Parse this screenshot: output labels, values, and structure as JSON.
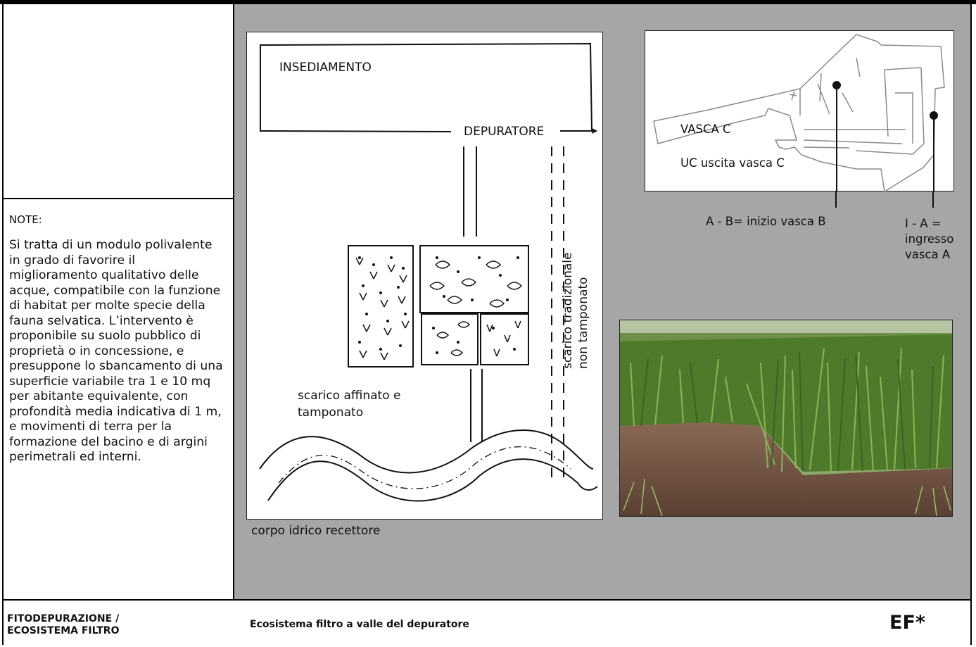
{
  "notes": {
    "title": "NOTE:",
    "body": "Si tratta di un modulo polivalente in grado di favorire il miglioramento qualitativo delle acque, compatibile con la funzione di habitat per molte specie della fauna selvatica. L’intervento è proponibile su suolo pubblico di proprietà o in concessione, e presuppone lo sbancamento di una superficie variabile tra 1 e 10 mq per abitante equivalente,  con profondità media indicativa di 1 m, e movimenti di terra per la formazione del bacino e di argini perimetrali ed interni."
  },
  "sketch": {
    "insediamento": "INSEDIAMENTO",
    "depuratore": "DEPURATORE",
    "scarico_tradizionale_1": "scarico tradizionale",
    "scarico_tradizionale_2": "non tamponato",
    "scarico_affinato_1": "scarico affinato e",
    "scarico_affinato_2": "tamponato",
    "caption": "corpo idrico recettore"
  },
  "plan": {
    "vasca_c": "VASCA C",
    "uc": "UC uscita vasca C",
    "ab": "A - B= inizio vasca B",
    "ia_1": "I - A =",
    "ia_2": "ingresso",
    "ia_3": "vasca A"
  },
  "footer": {
    "category_1": "FITODEPURAZIONE /",
    "category_2": "ECOSISTEMA FILTRO",
    "title": "Ecosistema filtro a valle del depuratore",
    "code": "EF*"
  },
  "colors": {
    "panel_gray": "#a6a6a6",
    "border": "#000000"
  }
}
